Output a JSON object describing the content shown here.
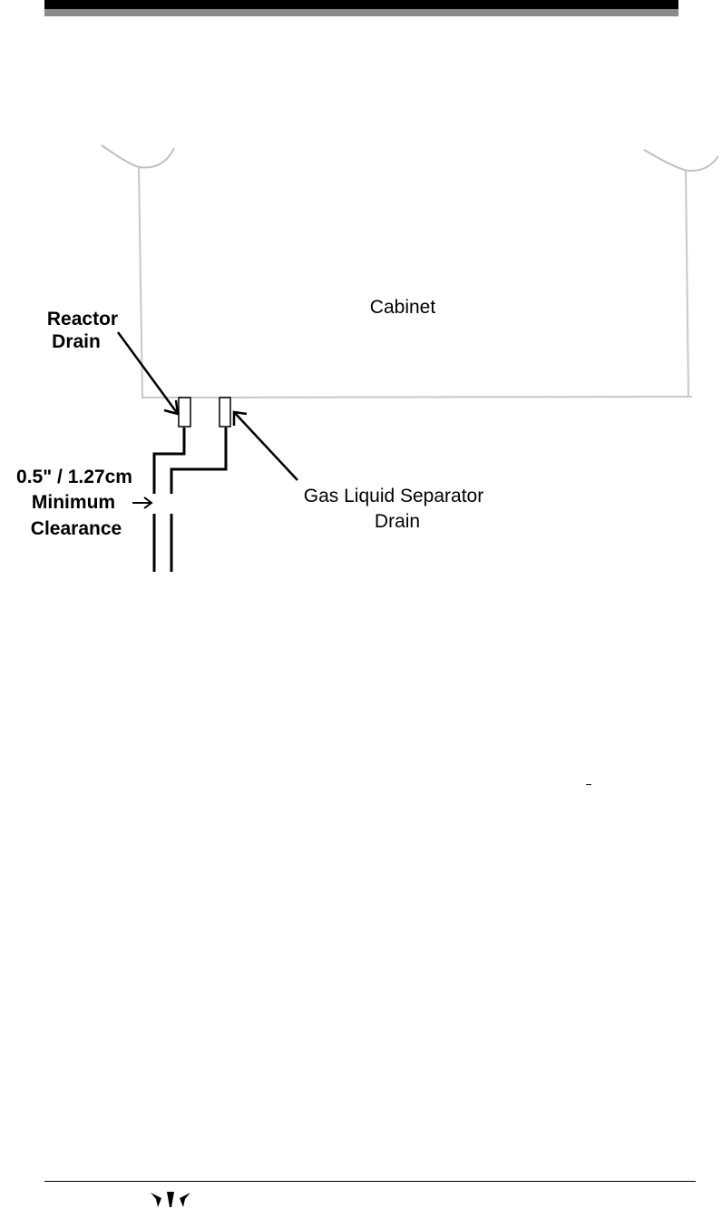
{
  "diagram": {
    "cabinet_label": "Cabinet",
    "reactor_drain_label_line1": "Reactor",
    "reactor_drain_label_line2": "Drain",
    "clearance_label_line1": "0.5\" / 1.27cm",
    "clearance_label_line2": "Minimum",
    "clearance_label_line3": "Clearance",
    "separator_drain_label_line1": "Gas Liquid Separator",
    "separator_drain_label_line2": "Drain"
  },
  "footer": {
    "logo_icon": "teledyne-logo-icon"
  }
}
